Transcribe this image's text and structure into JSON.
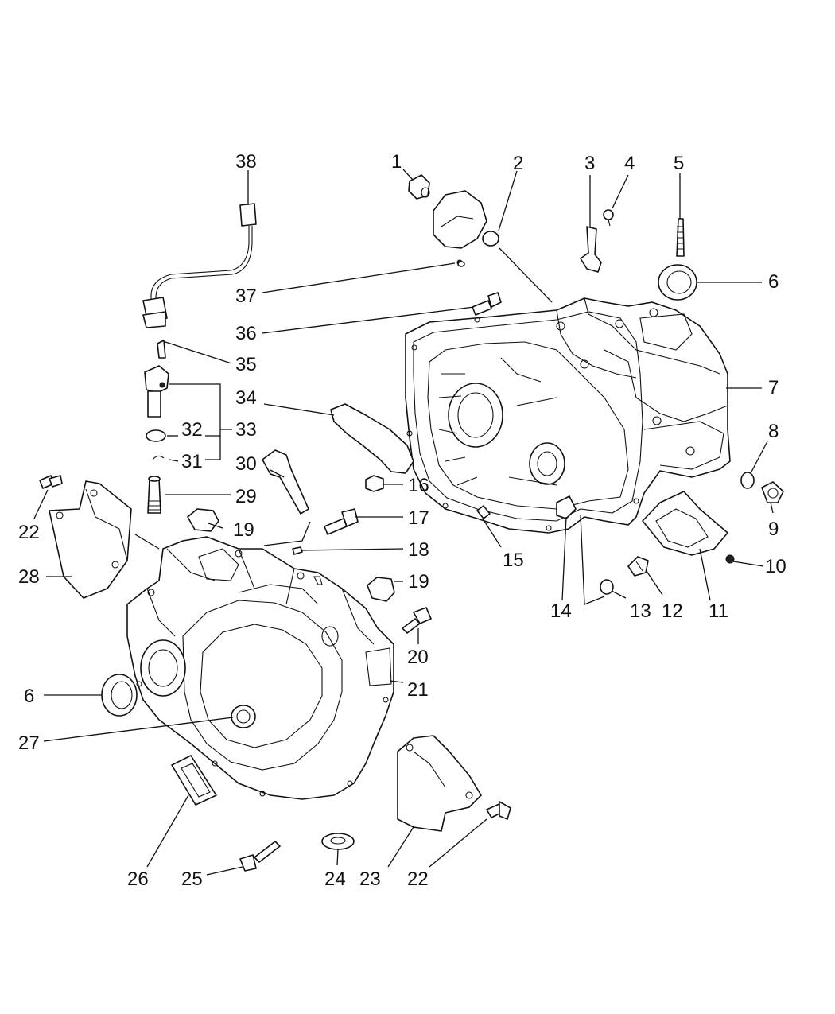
{
  "callouts": {
    "c1": "1",
    "c2": "2",
    "c3": "3",
    "c4": "4",
    "c5": "5",
    "c6a": "6",
    "c6b": "6",
    "c7": "7",
    "c8": "8",
    "c9": "9",
    "c10": "10",
    "c11": "11",
    "c12": "12",
    "c13": "13",
    "c14": "14",
    "c15": "15",
    "c16": "16",
    "c17": "17",
    "c18": "18",
    "c19a": "19",
    "c19b": "19",
    "c20": "20",
    "c21": "21",
    "c22a": "22",
    "c22b": "22",
    "c23": "23",
    "c24": "24",
    "c25": "25",
    "c26": "26",
    "c27": "27",
    "c28": "28",
    "c29": "29",
    "c30": "30",
    "c31": "31",
    "c32": "32",
    "c33": "33",
    "c34": "34",
    "c35": "35",
    "c36": "36",
    "c37": "37",
    "c38": "38"
  }
}
